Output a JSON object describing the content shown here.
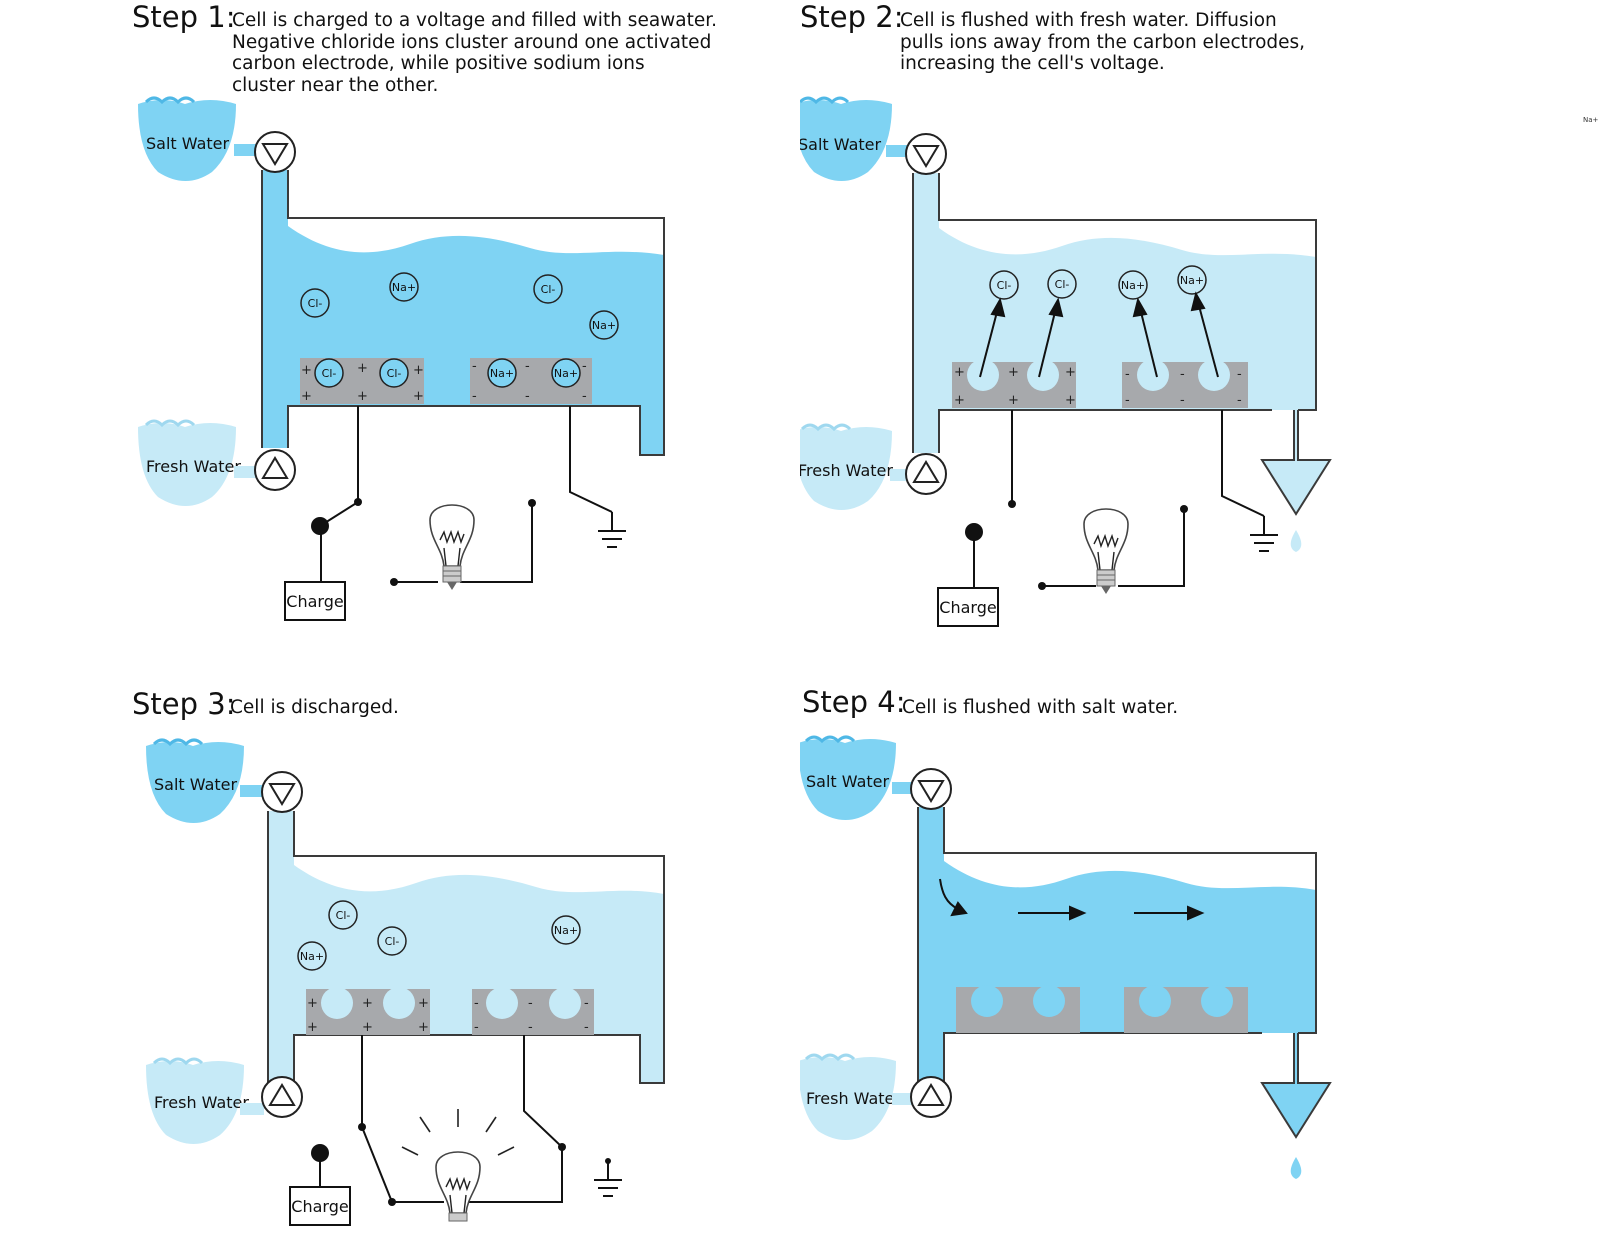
{
  "colors": {
    "salt_water": "#7fd3f3",
    "fresh_water": "#c6eaf7",
    "electrode": "#a7a9ac",
    "outline": "#3a3a3a",
    "text": "#111111"
  },
  "labels": {
    "salt_water": "Salt Water",
    "fresh_water": "Fresh Water",
    "charge": "Charge",
    "chloride": "Cl-",
    "sodium": "Na+",
    "plus": "+",
    "minus": "-"
  },
  "stray_text": "Na+",
  "steps": [
    {
      "label": "Step 1:",
      "description": [
        "Cell is charged to a voltage and filled with seawater.",
        "Negative chloride ions cluster around one activated",
        "carbon electrode, while positive sodium ions",
        "cluster near the other."
      ],
      "tank_water": "salt",
      "pipe_water": "salt",
      "electrode_ions": true,
      "drain": false,
      "bulb_lit": false
    },
    {
      "label": "Step 2:",
      "description": [
        "Cell is flushed with fresh water. Diffusion",
        "pulls ions away from the carbon electrodes,",
        "increasing the cell's voltage."
      ],
      "tank_water": "fresh",
      "pipe_water": "fresh",
      "electrode_ions": false,
      "drain": true,
      "bulb_lit": false
    },
    {
      "label": "Step 3:",
      "description": [
        "Cell is discharged."
      ],
      "tank_water": "fresh",
      "pipe_water": "fresh",
      "electrode_ions": false,
      "drain": false,
      "bulb_lit": true
    },
    {
      "label": "Step 4:",
      "description": [
        "Cell is flushed with salt water."
      ],
      "tank_water": "salt",
      "pipe_water": "salt",
      "electrode_ions": false,
      "drain": true,
      "bulb_lit": false
    }
  ]
}
